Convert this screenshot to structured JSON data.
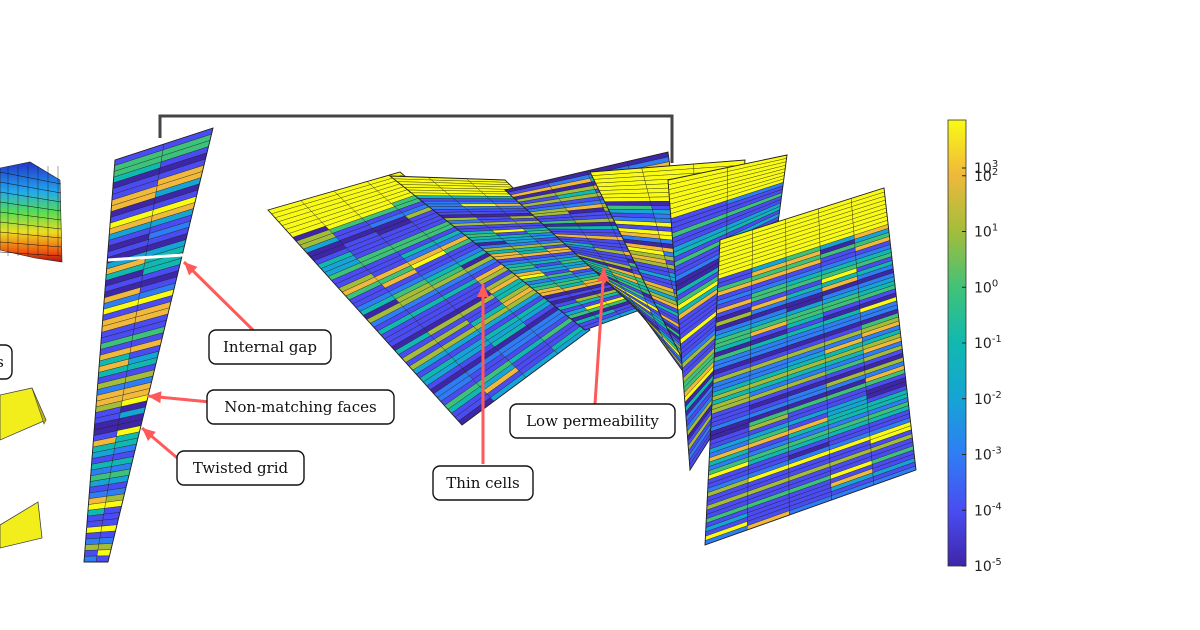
{
  "callouts": [
    {
      "id": "internal-gap",
      "text": "Internal gap"
    },
    {
      "id": "non-matching-faces",
      "text": "Non-matching faces"
    },
    {
      "id": "twisted-grid",
      "text": "Twisted grid"
    },
    {
      "id": "thin-cells",
      "text": "Thin cells"
    },
    {
      "id": "low-permeability",
      "text": "Low permeability"
    },
    {
      "id": "partial-left",
      "text": "s"
    }
  ],
  "colorbar": {
    "scale": "log",
    "min_exponent": -5,
    "max_exponent": 3,
    "ticks": [
      {
        "base": "10",
        "exp": "3"
      },
      {
        "base": "10",
        "exp": "2"
      },
      {
        "base": "10",
        "exp": "1"
      },
      {
        "base": "10",
        "exp": "0"
      },
      {
        "base": "10",
        "exp": "-1"
      },
      {
        "base": "10",
        "exp": "-2"
      },
      {
        "base": "10",
        "exp": "-3"
      },
      {
        "base": "10",
        "exp": "-4"
      },
      {
        "base": "10",
        "exp": "-5"
      }
    ],
    "colors": [
      "#3e26a8",
      "#4a4bf0",
      "#2f7df5",
      "#16a3d6",
      "#11b8b0",
      "#3ec27a",
      "#a3bd3b",
      "#f0b93b",
      "#f9fb15"
    ]
  },
  "colors": {
    "arrow": "#ff5a5a",
    "bracket": "#444444",
    "cell_edge": "#1a1a1a"
  }
}
